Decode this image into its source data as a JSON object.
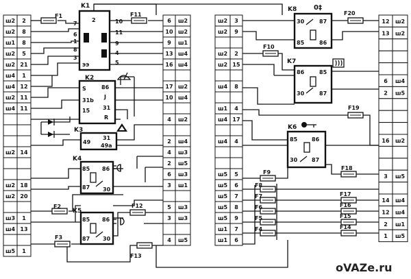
{
  "watermark": "oVAZe.ru",
  "connectors": {
    "left": [
      {
        "pin": "2",
        "plug": "ш2"
      },
      {
        "pin": "8",
        "plug": "ш2"
      },
      {
        "pin": "8",
        "plug": "ш1"
      },
      {
        "pin": "5",
        "plug": "ш2"
      },
      {
        "pin": "21",
        "plug": "ш2"
      },
      {
        "pin": "1",
        "plug": "ш4"
      },
      {
        "pin": "12",
        "plug": "ш4"
      },
      {
        "pin": "11",
        "plug": "ш2"
      },
      {
        "pin": "11",
        "plug": "ш4"
      },
      {
        "pin": "",
        "plug": ""
      },
      {
        "pin": "",
        "plug": ""
      },
      {
        "pin": "",
        "plug": ""
      },
      {
        "pin": "14",
        "plug": "ш2"
      },
      {
        "pin": "",
        "plug": ""
      },
      {
        "pin": "",
        "plug": ""
      },
      {
        "pin": "18",
        "plug": "ш2"
      },
      {
        "pin": "20",
        "plug": "ш2"
      },
      {
        "pin": "",
        "plug": ""
      },
      {
        "pin": "1",
        "plug": "ш3"
      },
      {
        "pin": "13",
        "plug": "ш4"
      },
      {
        "pin": "",
        "plug": ""
      },
      {
        "pin": "1",
        "plug": "ш5"
      }
    ],
    "center_left": [
      {
        "pin": "6",
        "plug": "ш2"
      },
      {
        "pin": "10",
        "plug": "ш2"
      },
      {
        "pin": "9",
        "plug": "ш1"
      },
      {
        "pin": "13",
        "plug": "ш4"
      },
      {
        "pin": "16",
        "plug": "ш4"
      },
      {
        "pin": "",
        "plug": ""
      },
      {
        "pin": "17",
        "plug": "ш2"
      },
      {
        "pin": "10",
        "plug": "ш4"
      },
      {
        "pin": "",
        "plug": ""
      },
      {
        "pin": "4",
        "plug": "ш2"
      },
      {
        "pin": "",
        "plug": ""
      },
      {
        "pin": "2",
        "plug": "ш4"
      },
      {
        "pin": "4",
        "plug": "ш3"
      },
      {
        "pin": "2",
        "plug": "ш5"
      },
      {
        "pin": "6",
        "plug": "ш3"
      },
      {
        "pin": "3",
        "plug": "ш1"
      },
      {
        "pin": "",
        "plug": ""
      },
      {
        "pin": "5",
        "plug": "ш3"
      },
      {
        "pin": "3",
        "plug": "ш3"
      },
      {
        "pin": "",
        "plug": ""
      },
      {
        "pin": "4",
        "plug": "ш5"
      }
    ],
    "center_right": [
      {
        "plug": "ш2",
        "pin": "3"
      },
      {
        "plug": "ш2",
        "pin": "9"
      },
      {
        "plug": "",
        "pin": ""
      },
      {
        "plug": "ш2",
        "pin": "2"
      },
      {
        "plug": "ш2",
        "pin": "15"
      },
      {
        "plug": "",
        "pin": ""
      },
      {
        "plug": "ш4",
        "pin": "8"
      },
      {
        "plug": "",
        "pin": ""
      },
      {
        "plug": "ш1",
        "pin": "4"
      },
      {
        "plug": "ш4",
        "pin": "17"
      },
      {
        "plug": "",
        "pin": ""
      },
      {
        "plug": "ш4",
        "pin": "4"
      },
      {
        "plug": "",
        "pin": ""
      },
      {
        "plug": "",
        "pin": ""
      },
      {
        "plug": "ш5",
        "pin": "5"
      },
      {
        "plug": "ш5",
        "pin": "6"
      },
      {
        "plug": "ш5",
        "pin": "7"
      },
      {
        "plug": "ш5",
        "pin": "8"
      },
      {
        "plug": "ш5",
        "pin": "9"
      },
      {
        "plug": "ш1",
        "pin": "7"
      },
      {
        "plug": "ш1",
        "pin": "6"
      }
    ],
    "right": [
      {
        "pin": "12",
        "plug": "ш2"
      },
      {
        "pin": "13",
        "plug": "ш2"
      },
      {
        "pin": "",
        "plug": ""
      },
      {
        "pin": "",
        "plug": ""
      },
      {
        "pin": "",
        "plug": ""
      },
      {
        "pin": "6",
        "plug": "ш4"
      },
      {
        "pin": "2",
        "plug": "ш5"
      },
      {
        "pin": "",
        "plug": ""
      },
      {
        "pin": "",
        "plug": ""
      },
      {
        "pin": "",
        "plug": ""
      },
      {
        "pin": "16",
        "plug": "ш2"
      },
      {
        "pin": "",
        "plug": ""
      },
      {
        "pin": "",
        "plug": ""
      },
      {
        "pin": "3",
        "plug": "ш5"
      },
      {
        "pin": "",
        "plug": ""
      },
      {
        "pin": "14",
        "plug": "ш4"
      },
      {
        "pin": "12",
        "plug": "ш4"
      },
      {
        "pin": "2",
        "plug": "ш1"
      },
      {
        "pin": "1",
        "plug": "ш5"
      }
    ]
  },
  "relays": {
    "k1": {
      "label": "K1",
      "pins_left": [
        "7",
        "6",
        "1",
        "8",
        "3"
      ],
      "pins_right": [
        "10",
        "11",
        "9",
        "4",
        "5"
      ],
      "top_pin": "2",
      "led": "ЭЭ"
    },
    "k2": {
      "label": "K2",
      "pins": [
        "S",
        "86",
        "31b",
        "J",
        "15",
        "31",
        "R"
      ]
    },
    "k3": {
      "label": "K3",
      "pins": [
        "49",
        "31",
        "49a"
      ]
    },
    "k4": {
      "label": "K4",
      "pins": [
        "85",
        "86",
        "87",
        "30"
      ]
    },
    "k5": {
      "label": "K5",
      "pins": [
        "85",
        "86",
        "87",
        "30"
      ]
    },
    "k6": {
      "label": "K6",
      "pins": [
        "85",
        "86",
        "30",
        "87"
      ]
    },
    "k7": {
      "label": "K7",
      "pins": [
        "86",
        "85",
        "30",
        "87"
      ]
    },
    "k8": {
      "label": "K8",
      "pins": [
        "30",
        "87",
        "85",
        "86"
      ]
    }
  },
  "fuses": {
    "f1": "F1",
    "f2": "F2",
    "f3": "F3",
    "f4": "F4",
    "f5": "F5",
    "f6": "F6",
    "f7": "F7",
    "f8": "F8",
    "f9": "F9",
    "f10": "F10",
    "f11": "F11",
    "f12": "F12",
    "f13": "F13",
    "f14": "F14",
    "f15": "F15",
    "f16": "F16",
    "f17": "F17",
    "f18": "F18",
    "f19": "F19",
    "f20": "F20"
  },
  "symbols": {
    "wiper": "wiper-icon",
    "hazard": "hazard-triangle-icon",
    "fog_front": "front-fog-light-icon",
    "fog_rear": "rear-fog-light-icon",
    "horn": "horn-icon",
    "heater": "rear-window-heater-icon",
    "key": "ignition-key-icon",
    "k8_mark": "0‡"
  }
}
